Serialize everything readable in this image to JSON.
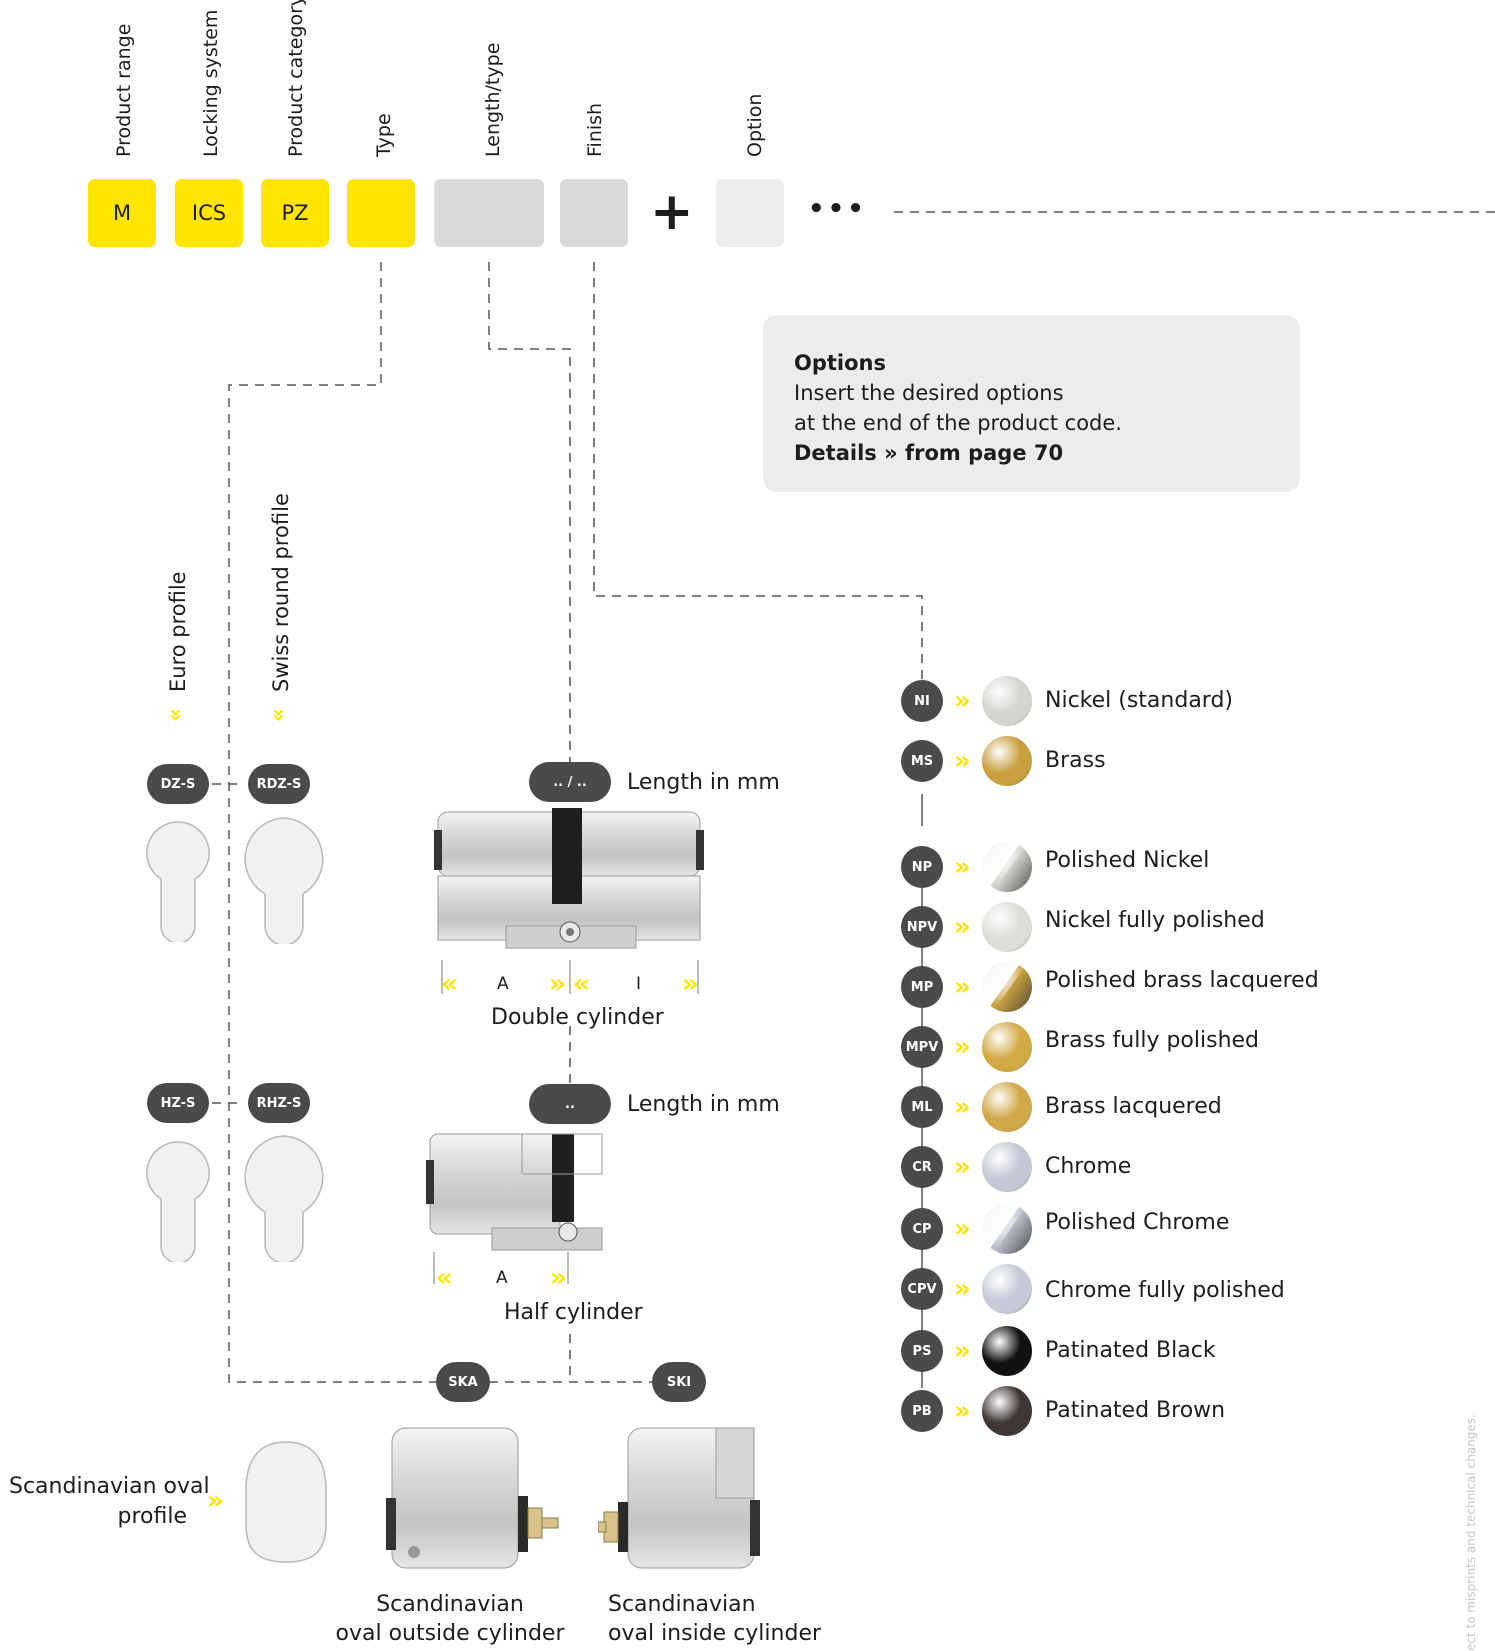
{
  "header_labels": {
    "product_range": "Product range",
    "locking_system": "Locking system",
    "product_category": "Product category",
    "type": "Type",
    "length_type": "Length/type",
    "finish": "Finish",
    "option": "Option"
  },
  "code_boxes": {
    "m": "M",
    "ics": "ICS",
    "pz": "PZ",
    "type": "",
    "length": "",
    "finish": "",
    "option": ""
  },
  "plus": "+",
  "ellipsis": "•••",
  "options_box": {
    "title": "Options",
    "line1": "Insert the desired options",
    "line2": "at the end of the product code.",
    "details": "Details",
    "arrow": "»",
    "page_ref": "from page 70"
  },
  "profiles": {
    "euro": "Euro profile",
    "swiss": "Swiss round profile",
    "chevron": "»",
    "scandinavian": "Scandinavian oval profile",
    "scandinavian_line1": "Scandinavian oval",
    "scandinavian_line2": "profile"
  },
  "codes": {
    "dz": "DZ-S",
    "rdz": "RDZ-S",
    "hz": "HZ-S",
    "rhz": "RHZ-S",
    "ska": "SKA",
    "ski": "SKI"
  },
  "double_cylinder": {
    "pill": ".. / ..",
    "length_label": "Length in mm",
    "a": "A",
    "i": "I",
    "caption": "Double cylinder"
  },
  "half_cylinder": {
    "pill": "..",
    "length_label": "Length in mm",
    "a": "A",
    "caption": "Half cylinder"
  },
  "scandi_cylinders": {
    "outside_line1": "Scandinavian",
    "outside_line2": "oval outside cylinder",
    "inside_line1": "Scandinavian",
    "inside_line2": "oval inside cylinder"
  },
  "finishes": [
    {
      "code": "NI",
      "label": "Nickel (standard)",
      "color": "#d4d4d0",
      "style": "plain"
    },
    {
      "code": "MS",
      "label": "Brass",
      "color": "#c8a040",
      "style": "plain"
    },
    {
      "code": "NP",
      "label": "Polished Nickel",
      "color": "#d0d0cc",
      "style": "split"
    },
    {
      "code": "NPV",
      "label": "Nickel fully polished",
      "color": "#dcdcd8",
      "style": "plain"
    },
    {
      "code": "MP",
      "label": "Polished brass lacquered",
      "color": "#c8a040",
      "style": "split"
    },
    {
      "code": "MPV",
      "label": "Brass fully polished",
      "color": "#d2aa45",
      "style": "plain"
    },
    {
      "code": "ML",
      "label": "Brass lacquered",
      "color": "#d0a848",
      "style": "plain"
    },
    {
      "code": "CR",
      "label": "Chrome",
      "color": "#c4c8d4",
      "style": "plain"
    },
    {
      "code": "CP",
      "label": "Polished Chrome",
      "color": "#b8bcc8",
      "style": "split"
    },
    {
      "code": "CPV",
      "label": "Chrome fully polished",
      "color": "#c6cad6",
      "style": "plain"
    },
    {
      "code": "PS",
      "label": "Patinated Black",
      "color": "#111111",
      "style": "plain"
    },
    {
      "code": "PB",
      "label": "Patinated Brown",
      "color": "#3e3634",
      "style": "plain"
    }
  ],
  "side_note": "ect to misprints and technical changes."
}
